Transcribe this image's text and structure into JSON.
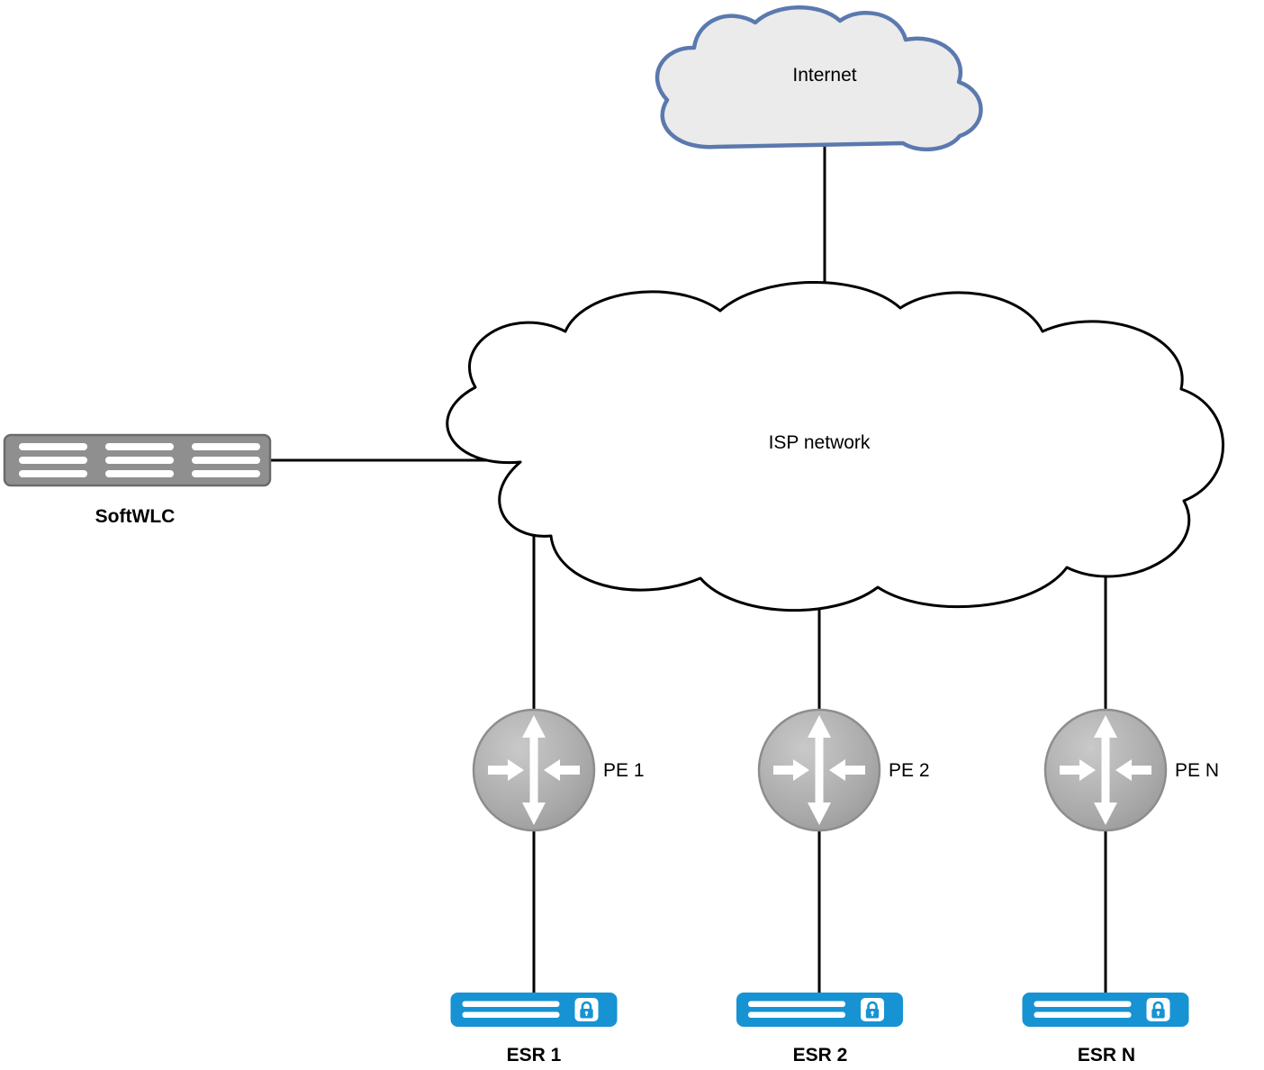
{
  "diagram": {
    "internet": {
      "label": "Internet"
    },
    "isp_network": {
      "label": "ISP network"
    },
    "softwlc": {
      "label": "SoftWLC"
    },
    "pe_routers": [
      {
        "label": "PE 1"
      },
      {
        "label": "PE 2"
      },
      {
        "label": "PE N"
      }
    ],
    "esr_devices": [
      {
        "label": "ESR 1"
      },
      {
        "label": "ESR 2"
      },
      {
        "label": "ESR N"
      }
    ],
    "colors": {
      "esr_blue": "#1793d3",
      "internet_cloud_fill": "#ebebeb",
      "internet_cloud_border": "#5b79ae",
      "isp_cloud_fill": "#ffffff",
      "router_gray": "#a9a9a9",
      "server_gray": "#8f8f8f",
      "line": "#000000"
    }
  }
}
